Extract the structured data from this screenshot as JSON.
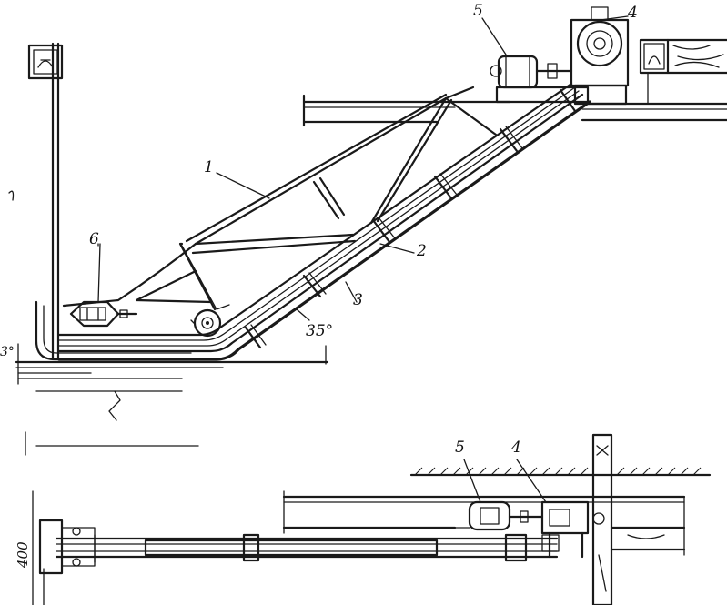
{
  "labels": {
    "frame": "1",
    "beam": "2",
    "rollers": "3",
    "gearbox_top": "4",
    "motor_top": "5",
    "tension_unit": "6",
    "angle": "35°",
    "level": "3°",
    "gearbox_plan": "4",
    "motor_plan": "5",
    "width_dim": "400"
  }
}
